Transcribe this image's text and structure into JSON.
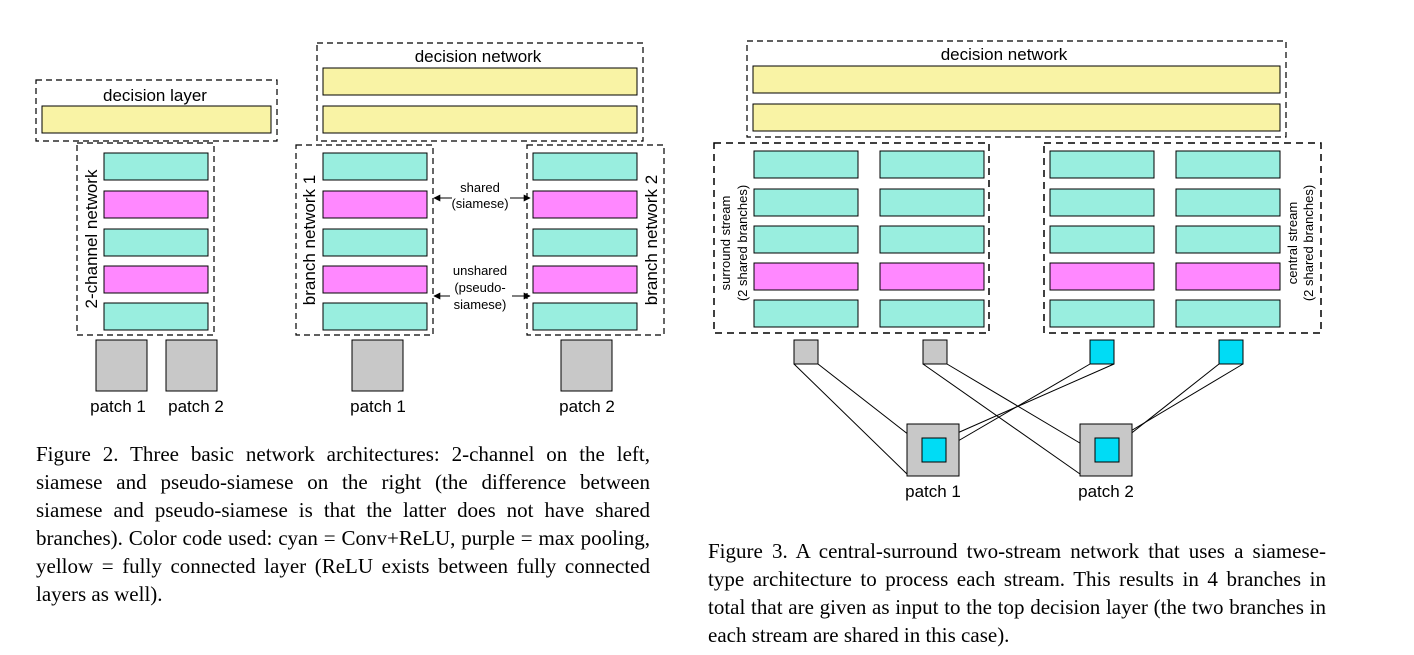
{
  "colors": {
    "conv_relu": "#99eedf",
    "max_pooling": "#ff88ff",
    "fully_connected": "#f9f3a5",
    "patch_gray": "#c8c8c8",
    "patch_cyan": "#00dcf5"
  },
  "figure2": {
    "left_panel": {
      "decision_label": "decision layer",
      "network_label": "2-channel network",
      "patch1_label": "patch 1",
      "patch2_label": "patch 2"
    },
    "right_panel": {
      "decision_label": "decision network",
      "branch1_label": "branch network 1",
      "branch2_label": "branch network 2",
      "shared_line1": "shared",
      "shared_line2": "(siamese)",
      "unshared_line1": "unshared",
      "unshared_line2": "(pseudo-",
      "unshared_line3": "siamese)",
      "patch1_label": "patch 1",
      "patch2_label": "patch 2"
    },
    "caption": "Figure 2. Three basic network architectures: 2-channel on the left, siamese and pseudo-siamese on the right (the difference between siamese and pseudo-siamese is that the latter does not have shared branches). Color code used: cyan = Conv+ReLU, purple = max pooling, yellow = fully connected layer (ReLU exists between fully connected layers as well).",
    "next_text": "... ... ... ... ... ... ... ... ..."
  },
  "figure3": {
    "decision_label": "decision network",
    "surround_line1": "surround stream",
    "surround_line2": "(2 shared branches)",
    "central_line1": "central stream",
    "central_line2": "(2 shared branches)",
    "patch1_label": "patch 1",
    "patch2_label": "patch 2",
    "caption_main": "Figure 3. A central-surround two-stream network that uses a siamese-type architecture to process each stream. This results in 4 branches in total that are given as input to the top decision layer",
    "caption_last": "(the two branches in each stream are shared in this case)."
  }
}
